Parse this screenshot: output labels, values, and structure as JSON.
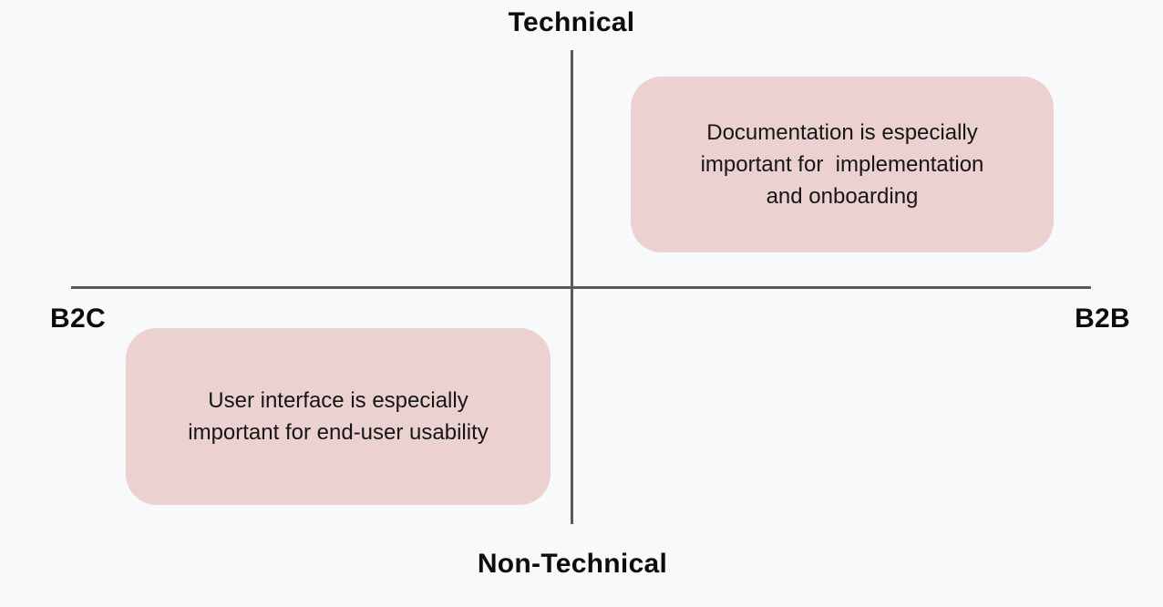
{
  "colors": {
    "background": "#f8f9fb",
    "axis_line": "#5a5a5a",
    "quadrant_box_fill": "#ecd1d1",
    "text": "#161616"
  },
  "axes": {
    "top_label": "Technical",
    "bottom_label": "Non-Technical",
    "left_label": "B2C",
    "right_label": "B2B"
  },
  "quadrants": [
    {
      "position": "top-right",
      "background": "#ecd1d1",
      "text": "Documentation is especially\nimportant for  implementation\nand onboarding"
    },
    {
      "position": "bottom-left",
      "background": "#ecd1d1",
      "text": "User interface is especially\nimportant for end-user usability"
    }
  ]
}
